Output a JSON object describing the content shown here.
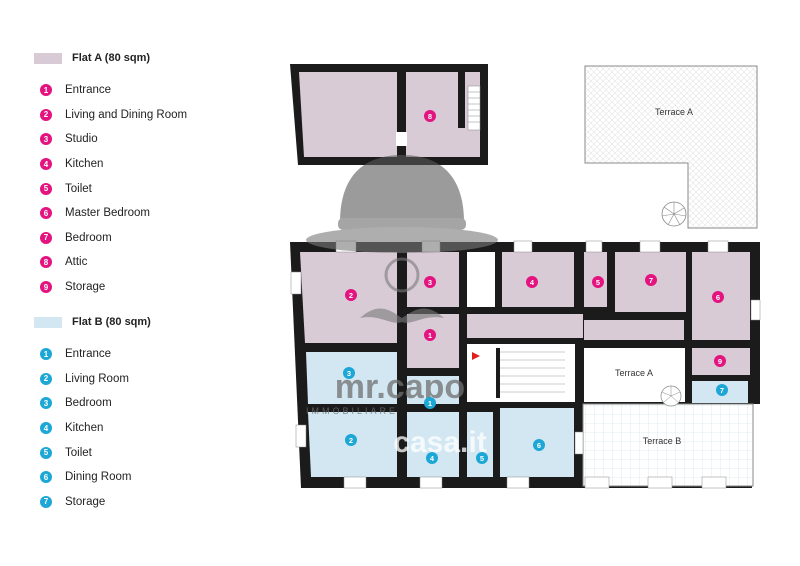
{
  "flat_a": {
    "title": "Flat A (80 sqm)",
    "color": "#d9cbd6",
    "marker_color": "#e3137f",
    "items": [
      {
        "num": "1",
        "label": "Entrance"
      },
      {
        "num": "2",
        "label": "Living and Dining Room"
      },
      {
        "num": "3",
        "label": "Studio"
      },
      {
        "num": "4",
        "label": "Kitchen"
      },
      {
        "num": "5",
        "label": "Toilet"
      },
      {
        "num": "6",
        "label": "Master Bedroom"
      },
      {
        "num": "7",
        "label": "Bedroom"
      },
      {
        "num": "8",
        "label": "Attic"
      },
      {
        "num": "9",
        "label": "Storage"
      }
    ]
  },
  "flat_b": {
    "title": "Flat B (80 sqm)",
    "color": "#d3e7f3",
    "marker_color": "#1ca7d6",
    "items": [
      {
        "num": "1",
        "label": "Entrance"
      },
      {
        "num": "2",
        "label": "Living Room"
      },
      {
        "num": "3",
        "label": "Bedroom"
      },
      {
        "num": "4",
        "label": "Kitchen"
      },
      {
        "num": "5",
        "label": "Toilet"
      },
      {
        "num": "6",
        "label": "Dining Room"
      },
      {
        "num": "7",
        "label": "Storage"
      }
    ]
  },
  "plan": {
    "terrace_upper": "Terrace A",
    "terrace_lower": "Terrace A",
    "terrace_b": "Terrace B",
    "markers_a": [
      "8",
      "2",
      "3",
      "4",
      "5",
      "7",
      "6",
      "1",
      "9"
    ],
    "markers_b": [
      "3",
      "1",
      "2",
      "4",
      "5",
      "6",
      "7"
    ]
  },
  "watermark": {
    "brand": "mr.capo",
    "subtitle": "IMMOBILIARE",
    "site": "casa.it"
  }
}
